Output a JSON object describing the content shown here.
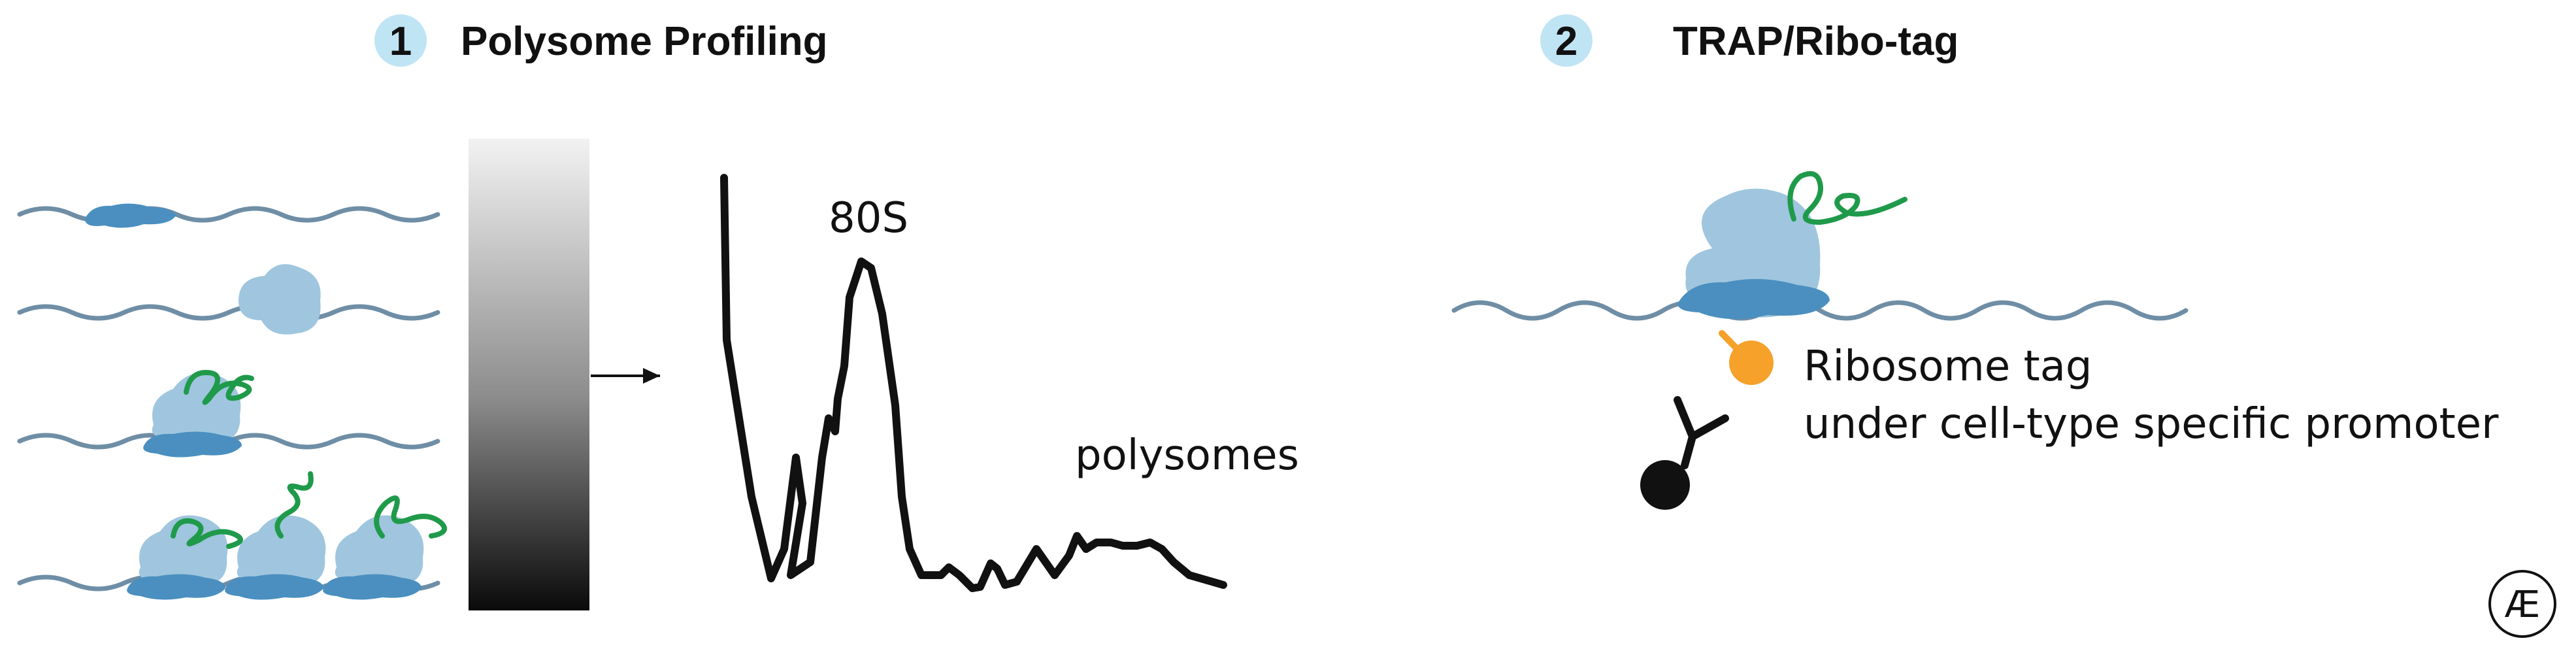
{
  "panel1": {
    "number": "1",
    "title": "Polysome Profiling",
    "peak_label": "80S",
    "tail_label": "polysomes"
  },
  "panel2": {
    "number": "2",
    "title": "TRAP/Ribo-tag",
    "tag_label_line1": "Ribosome tag",
    "tag_label_line2": "under cell-type specific promoter"
  },
  "logo": {
    "text": "Æ"
  },
  "colors": {
    "badge": "#bfe4f4",
    "mrna": "#6f8ea6",
    "large_subunit": "#9fc6de",
    "small_subunit": "#4a8fc0",
    "peptide": "#1f9a4a",
    "tag": "#f5a12a",
    "antibody": "#111111"
  },
  "icons": [
    "right-arrow-icon",
    "antibody-icon",
    "ribosome-icon",
    "mrna-icon"
  ]
}
